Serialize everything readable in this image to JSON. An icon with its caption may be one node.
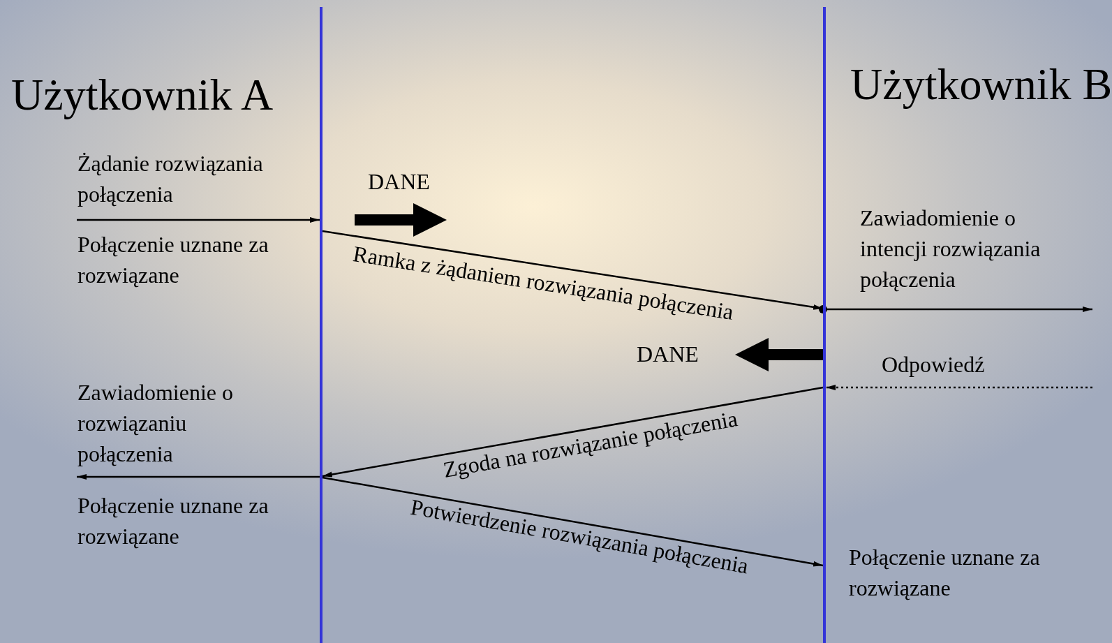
{
  "diagram": {
    "nodes": [
      {
        "text": [],
        "shape": "line"
      },
      {
        "text": [],
        "shape": "line"
      }
    ],
    "edges": [
      {
        "from": null,
        "to": 0,
        "arrow": "to",
        "label": "Żądanie rozwiązania połączenia"
      },
      {
        "from": 0,
        "to": 1,
        "arrow": "to",
        "label": "Ramka z żądaniem rozwiązania połączenia"
      },
      {
        "from": 1,
        "to": null,
        "arrow": "to",
        "label": "Zawiadomienie o intencji rozwiązania połączenia"
      },
      {
        "from": null,
        "to": 1,
        "arrow": "to",
        "label": "Odpowiedź",
        "style": "dashed"
      },
      {
        "from": 1,
        "to": 0,
        "arrow": "to",
        "label": "Zgoda na rozwiązanie połączenia"
      },
      {
        "from": 0,
        "to": null,
        "arrow": "to",
        "label": "Zawiadomienie o rozwiązaniu połączenia"
      },
      {
        "from": 0,
        "to": 1,
        "arrow": "to",
        "label": "Potwierdzenie rozwiązania połączenia"
      }
    ],
    "labels": [
      "Użytkownik B",
      "Użytkownik A",
      "DANE",
      "Połączenie uznane za rozwiązane",
      "DANE",
      "Połączenie uznane za rozwiązane",
      "Połączenie uznane za rozwiązane"
    ]
  }
}
